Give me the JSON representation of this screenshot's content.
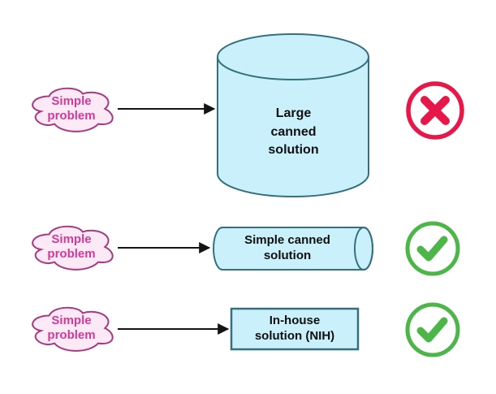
{
  "diagram": {
    "rows": [
      {
        "problem": "Simple\nproblem",
        "solution": "Large\ncanned\nsolution",
        "solution_shape": "large-vertical-cylinder",
        "verdict": "rejected",
        "verdict_icon": "cross-in-circle-icon"
      },
      {
        "problem": "Simple\nproblem",
        "solution": "Simple canned\nsolution",
        "solution_shape": "small-horizontal-cylinder",
        "verdict": "approved",
        "verdict_icon": "check-in-circle-icon"
      },
      {
        "problem": "Simple\nproblem",
        "solution": "In-house\nsolution (NIH)",
        "solution_shape": "rectangle",
        "verdict": "approved",
        "verdict_icon": "check-in-circle-icon"
      }
    ],
    "colors": {
      "background": "#ffffff",
      "cloud_fill": "#fce9f6",
      "cloud_stroke": "#a63a80",
      "cloud_text": "#d23a96",
      "cylinder_fill": "#c9f0fb",
      "cylinder_stroke": "#35707e",
      "solution_text": "#101010",
      "arrow": "#141414",
      "reject": "#e8174a",
      "approve": "#4cb648"
    }
  }
}
